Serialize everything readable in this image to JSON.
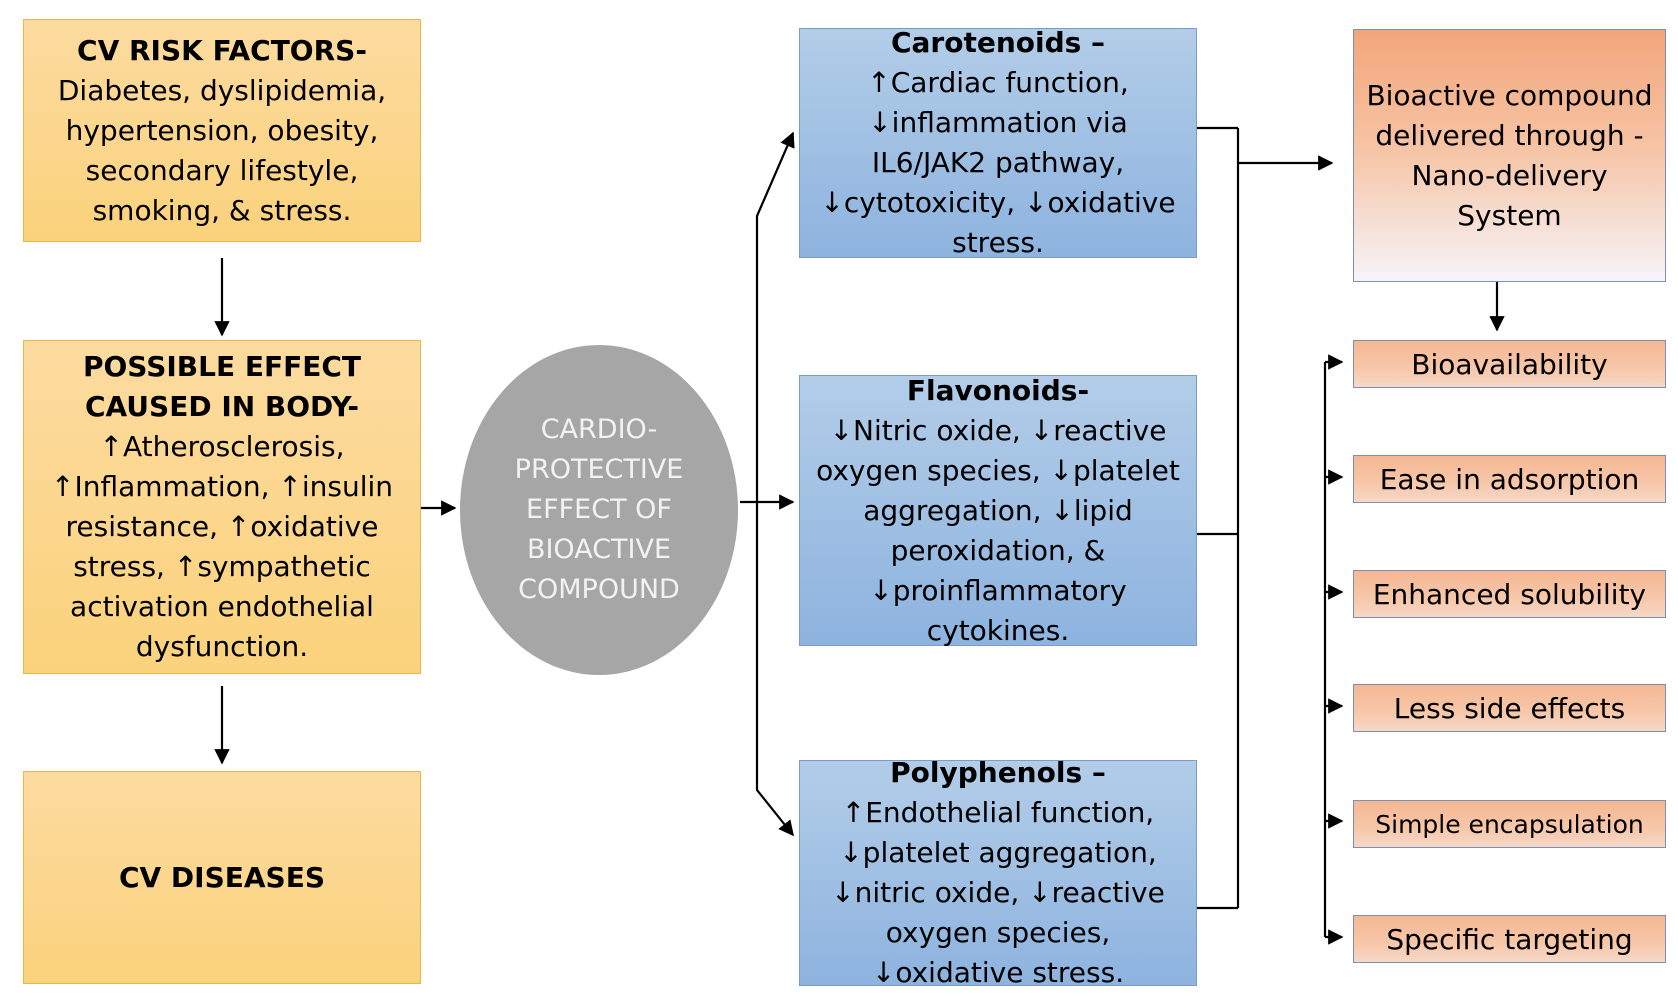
{
  "risk_factors": {
    "heading": "CV RISK FACTORS-",
    "body": "Diabetes, dyslipidemia, hypertension, obesity, secondary lifestyle, smoking, & stress."
  },
  "possible_effect": {
    "heading": "POSSIBLE EFFECT CAUSED IN BODY-",
    "body": "↑Atherosclerosis, ↑Inflammation, ↑insulin resistance, ↑oxidative stress, ↑sympathetic activation endothelial dysfunction."
  },
  "cv_diseases": {
    "label": "CV DISEASES"
  },
  "center": {
    "label": "CARDIO-PROTECTIVE EFFECT OF BIOACTIVE COMPOUND"
  },
  "compounds": [
    {
      "heading": "Carotenoids –",
      "body": "↑Cardiac function, ↓inflammation via IL6/JAK2 pathway, ↓cytotoxicity, ↓oxidative stress."
    },
    {
      "heading": "Flavonoids-",
      "body": "↓Nitric oxide, ↓reactive oxygen species, ↓platelet aggregation, ↓lipid peroxidation, & ↓proinflammatory cytokines."
    },
    {
      "heading": "Polyphenols –",
      "body": "↑Endothelial function, ↓platelet aggregation, ↓nitric oxide, ↓reactive oxygen species, ↓oxidative stress."
    }
  ],
  "delivery": {
    "label": "Bioactive compound delivered through - Nano-delivery System"
  },
  "benefits": [
    "Bioavailability",
    "Ease in adsorption",
    "Enhanced solubility",
    "Less side effects",
    "Simple encapsulation",
    "Specific targeting"
  ],
  "colors": {
    "yellow": "#fbd27c",
    "blue": "#8db3df",
    "orange": "#f3a57a",
    "gray": "#a6a6a6"
  }
}
